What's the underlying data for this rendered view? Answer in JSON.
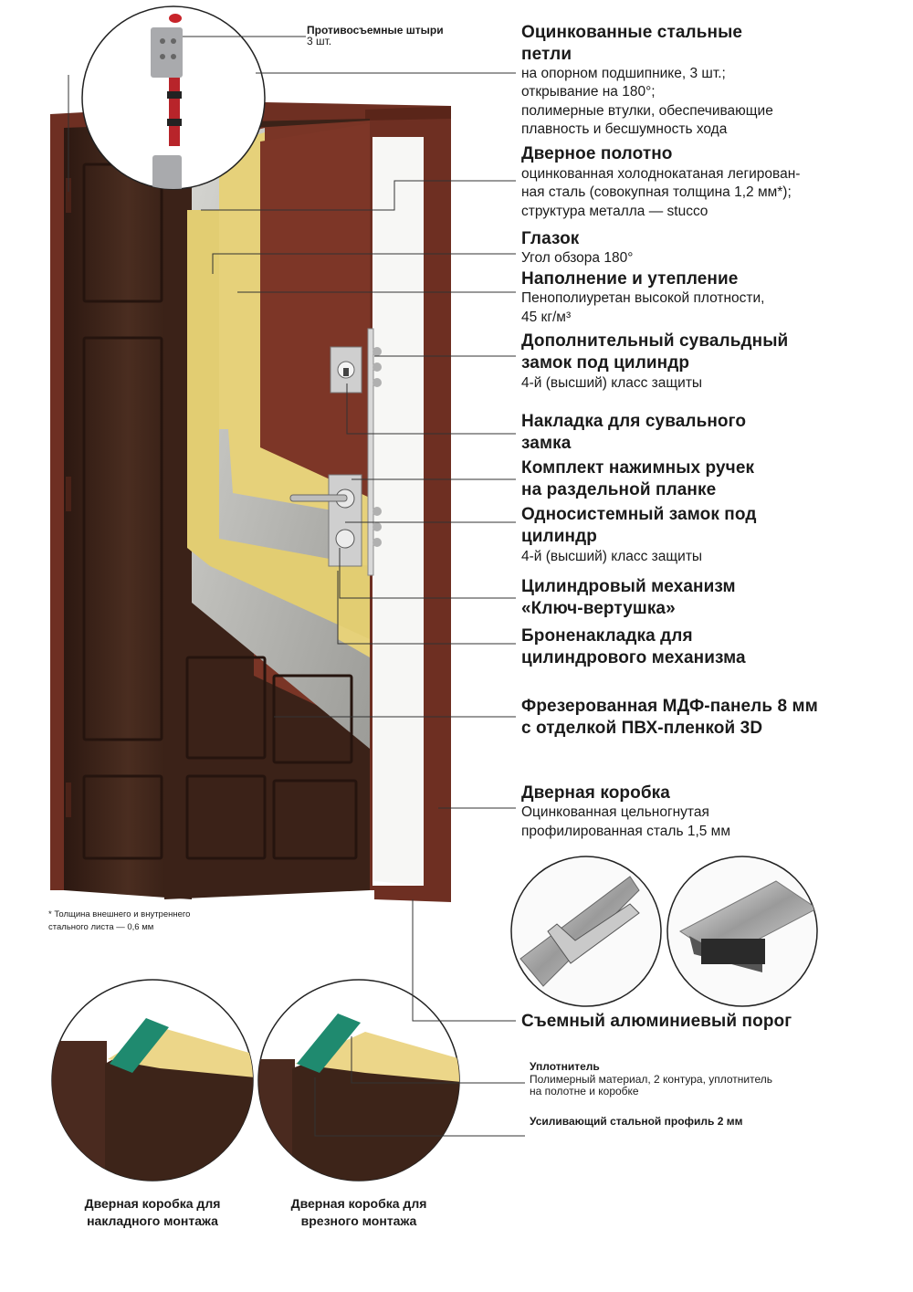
{
  "callouts": {
    "pins": {
      "title": "Противосъемные штыри",
      "desc": "3 шт."
    },
    "hinges": {
      "title_1": "Оцинкованные стальные",
      "title_2": "петли",
      "desc_1": "на опорном подшипнике, 3 шт.;",
      "desc_2": "открывание на 180°;",
      "desc_3": "полимерные втулки, обеспечивающие",
      "desc_4": "плавность и бесшумность хода"
    },
    "leaf": {
      "title": "Дверное полотно",
      "desc_1": "оцинкованная холоднокатаная легирован-",
      "desc_2": "ная сталь (совокупная толщина 1,2 мм*);",
      "desc_3": "структура металла — stucco"
    },
    "peephole": {
      "title": "Глазок",
      "desc": "Угол обзора 180°"
    },
    "filling": {
      "title": "Наполнение и утепление",
      "desc_1": "Пенополиуретан высокой плотности,",
      "desc_2": "45 кг/м³"
    },
    "extra_lock": {
      "title_1": "Дополнительный сувальдный",
      "title_2": "замок под цилиндр",
      "desc": "4-й (высший) класс защиты"
    },
    "lock_plate": {
      "title_1": "Накладка для сувального",
      "title_2": "замка"
    },
    "handles": {
      "title_1": "Комплект нажимных ручек",
      "title_2": "на раздельной планке"
    },
    "main_lock": {
      "title_1": "Односистемный замок под",
      "title_2": "цилиндр",
      "desc": "4-й (высший) класс защиты"
    },
    "cylinder": {
      "title_1": "Цилиндровый механизм",
      "title_2": "«Ключ-вертушка»"
    },
    "armor": {
      "title_1": "Броненакладка для",
      "title_2": "цилиндрового механизма"
    },
    "mdf": {
      "title_1": "Фрезерованная МДФ-панель 8 мм",
      "title_2": "с отделкой ПВХ-пленкой 3D"
    },
    "frame": {
      "title": "Дверная коробка",
      "desc_1": "Оцинкованная цельногнутая",
      "desc_2": "профилированная сталь 1,5 мм"
    },
    "threshold": {
      "title": "Съемный алюминиевый порог"
    },
    "seal": {
      "title": "Уплотнитель",
      "desc_1": "Полимерный материал, 2 контура, уплотнитель",
      "desc_2": "на полотне и коробке"
    },
    "profile": {
      "title": "Усиливающий стальной профиль 2 мм"
    }
  },
  "footnote": {
    "line_1": "* Толщина внешнего и внутреннего",
    "line_2": "стального листа — 0,6 мм"
  },
  "captions": {
    "overlay": {
      "line_1": "Дверная коробка для",
      "line_2": "накладного монтажа"
    },
    "mortise": {
      "line_1": "Дверная коробка для",
      "line_2": "врезного монтажа"
    }
  },
  "colors": {
    "frame": "#6e2f22",
    "wood": "#3d2419",
    "foam": "#e6d17a",
    "steel": "#b8b8b4",
    "inner": "#7a3526",
    "line": "#333333"
  }
}
